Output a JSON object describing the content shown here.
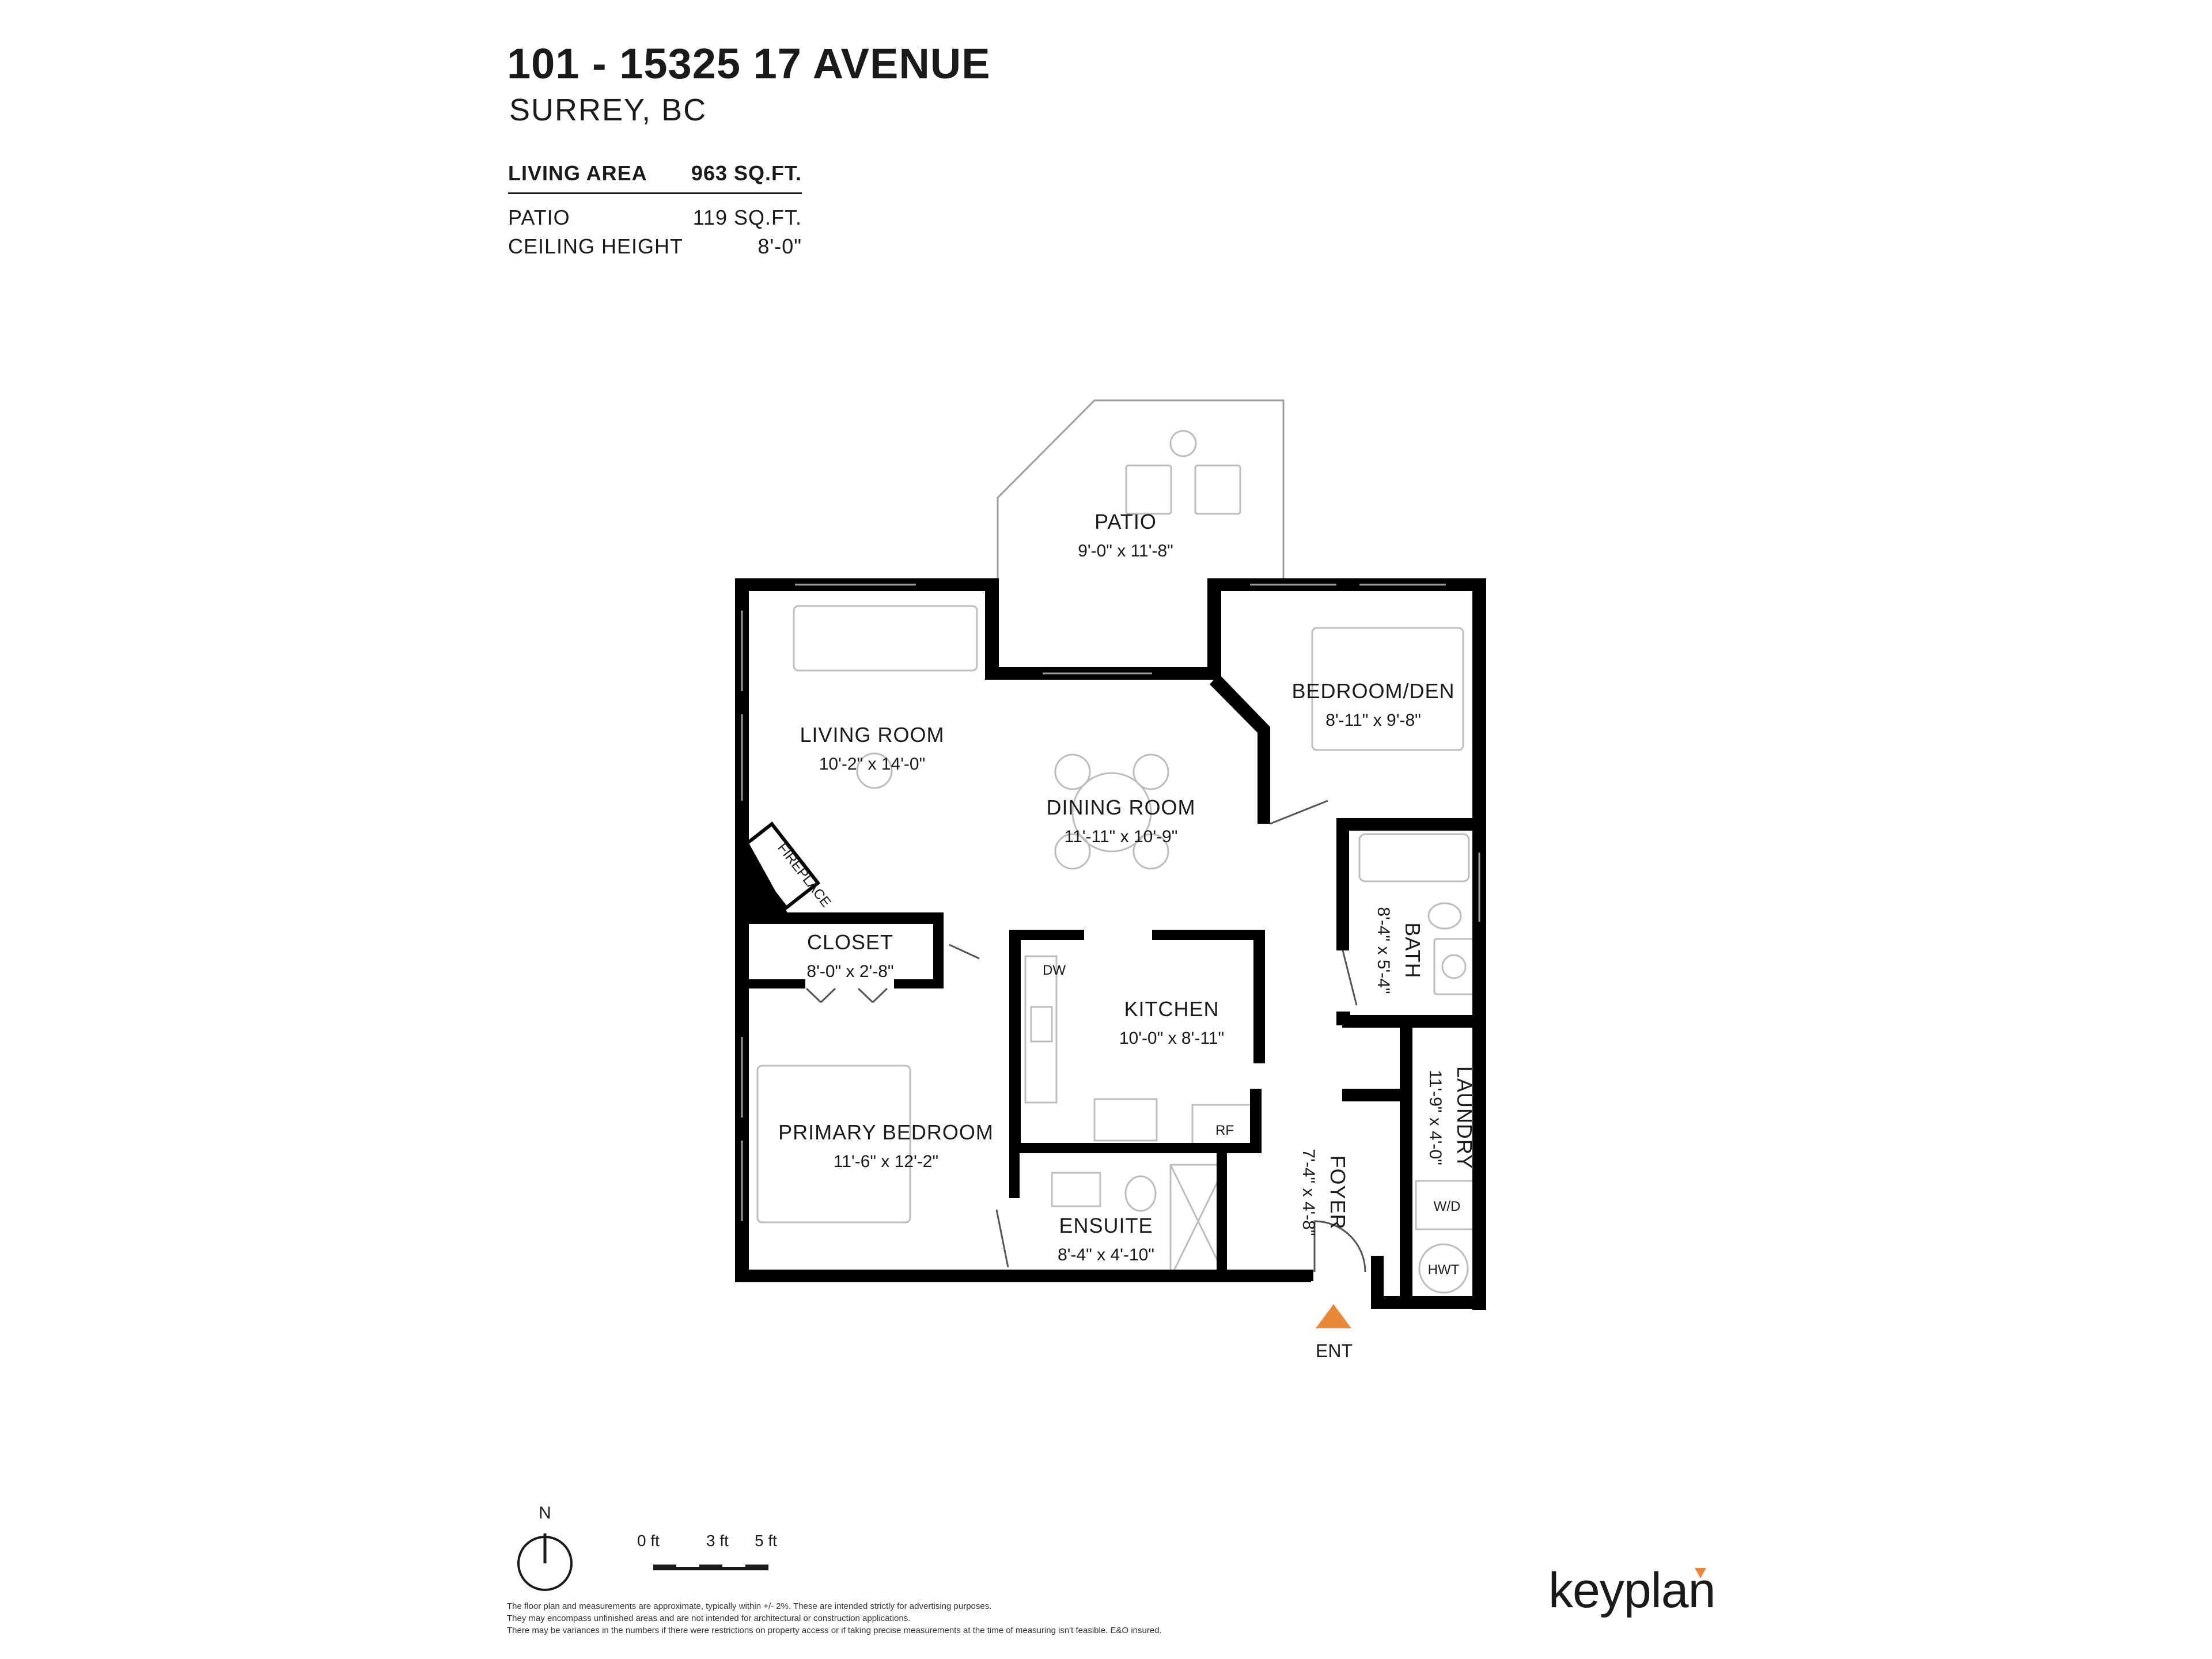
{
  "header": {
    "title": "101 - 15325 17 AVENUE",
    "subtitle": "SURREY, BC"
  },
  "stats": {
    "living_area_label": "LIVING AREA",
    "living_area_value": "963 SQ.FT.",
    "patio_label": "PATIO",
    "patio_value": "119 SQ.FT.",
    "ceiling_label": "CEILING HEIGHT",
    "ceiling_value": "8'-0\""
  },
  "rooms": {
    "patio": {
      "name": "PATIO",
      "dims": "9'-0\"  x  11'-8\""
    },
    "living": {
      "name": "LIVING ROOM",
      "dims": "10'-2\"  x  14'-0\""
    },
    "dining": {
      "name": "DINING ROOM",
      "dims": "11'-11\"  x  10'-9\""
    },
    "bedroom_den": {
      "name": "BEDROOM/DEN",
      "dims": "8'-11\"  x  9'-8\""
    },
    "bath": {
      "name": "BATH",
      "dims": "8'-4\"  x  5'-4\""
    },
    "closet": {
      "name": "CLOSET",
      "dims": "8'-0\"  x  2'-8\""
    },
    "kitchen": {
      "name": "KITCHEN",
      "dims": "10'-0\"  x  8'-11\""
    },
    "laundry": {
      "name": "LAUNDRY",
      "dims": "11'-9\"  x  4'-0\""
    },
    "primary": {
      "name": "PRIMARY BEDROOM",
      "dims": "11'-6\"  x  12'-2\""
    },
    "ensuite": {
      "name": "ENSUITE",
      "dims": "8'-4\"  x  4'-10\""
    },
    "foyer": {
      "name": "FOYER",
      "dims": "7'-4\"  x  4'-8\""
    }
  },
  "labels": {
    "fireplace": "FIREPLACE",
    "dw": "DW",
    "rf": "RF",
    "wd": "W/D",
    "hwt": "HWT",
    "entrance": "ENT",
    "north": "N",
    "scale_0": "0 ft",
    "scale_3": "3 ft",
    "scale_5": "5 ft"
  },
  "disclaimer": {
    "line1": "The floor plan and measurements are approximate, typically within +/- 2%. These are intended strictly for advertising purposes.",
    "line2": "They may encompass unfinished areas and are not intended for architectural or construction applications.",
    "line3": "There may be variances in the numbers if there were restrictions on property access or if taking precise measurements at the time of measuring isn't feasible. E&O insured."
  },
  "brand": {
    "name": "keyplan",
    "accent": "#e8893a"
  },
  "colors": {
    "wall": "#000000",
    "fixture": "#bdbdbd",
    "entry_marker": "#e8893a"
  }
}
